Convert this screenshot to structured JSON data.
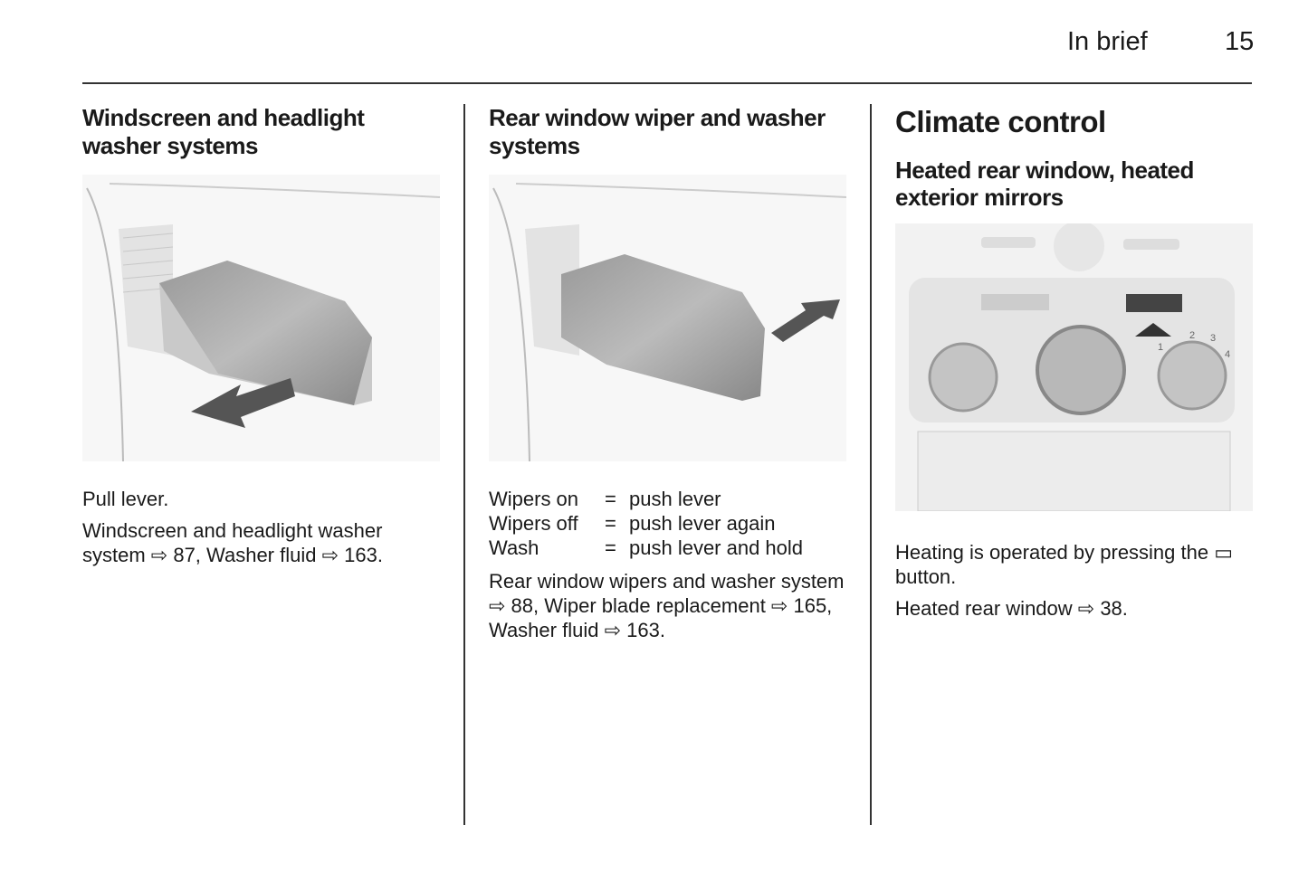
{
  "header": {
    "section": "In brief",
    "page_number": "15"
  },
  "col1": {
    "heading": "Windscreen and headlight washer systems",
    "paragraphs": [
      "Pull lever.",
      "Windscreen and headlight washer system ⇨ 87, Washer fluid ⇨ 163."
    ]
  },
  "col2": {
    "heading": "Rear window wiper and washer systems",
    "table": [
      {
        "label": "Wipers on",
        "eq": "=",
        "value": "push lever"
      },
      {
        "label": "Wipers off",
        "eq": "=",
        "value": "push lever again"
      },
      {
        "label": "Wash",
        "eq": "=",
        "value": "push lever and hold"
      }
    ],
    "paragraphs": [
      "Rear window wipers and washer system ⇨ 88, Wiper blade replacement ⇨ 165, Washer fluid ⇨ 163."
    ]
  },
  "col3": {
    "title": "Climate control",
    "subheading": "Heated rear window, heated exterior mirrors",
    "paragraphs": [
      "Heating is operated by pressing the ▭ button.",
      "Heated rear window ⇨ 38."
    ],
    "dial_labels": [
      "1",
      "2",
      "3",
      "4"
    ]
  }
}
